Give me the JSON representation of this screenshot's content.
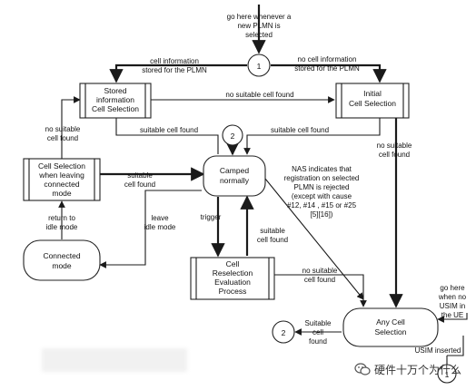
{
  "colors": {
    "line": "#1a1a1a",
    "box_border": "#222222",
    "background": "#ffffff",
    "text": "#111111"
  },
  "connectors": {
    "c1": "1",
    "c2_top": "2",
    "c2_bottom": "2",
    "c1_bottom": "1"
  },
  "nodes": {
    "stored_info": [
      "Stored",
      "information",
      "Cell Selection"
    ],
    "initial": [
      "Initial",
      "Cell Selection"
    ],
    "camped": [
      "Camped",
      "normally"
    ],
    "cs_leaving": [
      "Cell Selection",
      "when leaving",
      "connected",
      "mode"
    ],
    "connected_mode": [
      "Connected",
      "mode"
    ],
    "reselection": [
      "Cell",
      "Reselection",
      "Evaluation",
      "Process"
    ],
    "any_cell": [
      "Any Cell",
      "Selection"
    ]
  },
  "labels": {
    "top_note": [
      "go here whenever a",
      "new PLMN is",
      "selected"
    ],
    "cell_info_stored": [
      "cell information",
      "stored for the PLMN"
    ],
    "no_cell_info_stored": [
      "no cell information",
      "stored for the PLMN"
    ],
    "no_suitable_mid": "no suitable cell found",
    "suitable_left": "suitable cell found",
    "suitable_right": "suitable cell found",
    "no_suitable_left": [
      "no suitable",
      "cell found"
    ],
    "no_suitable_right": [
      "no suitable",
      "cell found"
    ],
    "suitable_leaving": [
      "suitable",
      "cell found"
    ],
    "nas_note": [
      "NAS indicates that",
      "registration on selected",
      "PLMN is rejected",
      "(except with cause",
      "#12, #14 , #15  or #25",
      "[5][16])"
    ],
    "return_idle": [
      "return to",
      "idle mode"
    ],
    "leave_idle": [
      "leave",
      "idle mode"
    ],
    "trigger": "trigger",
    "suitable_reselect": [
      "suitable",
      "cell found"
    ],
    "no_suitable_reselect": [
      "no suitable",
      "cell found"
    ],
    "suitable_any": [
      "Suitable",
      "cell",
      "found"
    ],
    "usim_note": [
      "go here",
      "when no",
      "USIM in",
      "the UE"
    ],
    "usim_inserted": "USIM inserted"
  },
  "watermark": {
    "text": "硬件十万个为什么",
    "icon": "wechat-icon"
  }
}
